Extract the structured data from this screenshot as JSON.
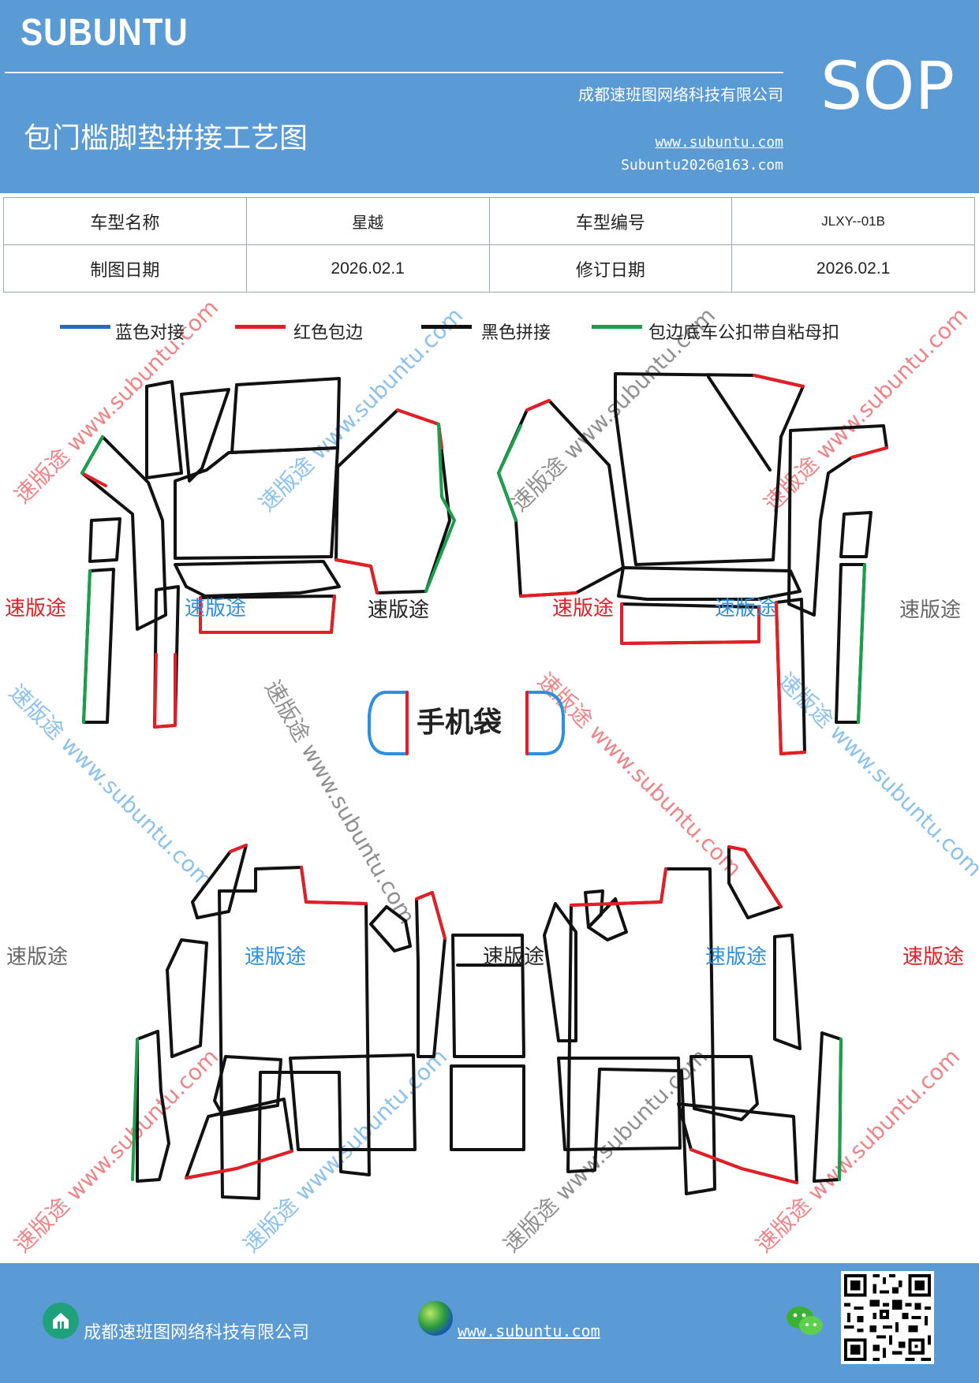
{
  "header": {
    "brand": "SUBUNTU",
    "doc_title": "包门槛脚垫拼接工艺图",
    "company": "成都速班图网络科技有限公司",
    "website": "www.subuntu.com",
    "email": "Subuntu2026@163.com",
    "badge": "SOP",
    "background_color": "#5b9bd5"
  },
  "info_table": {
    "rows": [
      [
        "车型名称",
        "星越",
        "车型编号",
        "JLXY--01B"
      ],
      [
        "制图日期",
        "2026.02.1",
        "修订日期",
        "2026.02.1"
      ]
    ]
  },
  "legend": [
    {
      "label": "蓝色对接",
      "color": "#1f6fc0"
    },
    {
      "label": "红色包边",
      "color": "#e31e24"
    },
    {
      "label": "黑色拼接",
      "color": "#111111"
    },
    {
      "label": "包边底车公扣带自粘母扣",
      "color": "#18a04a"
    }
  ],
  "diagram": {
    "phone_pocket_label": "手机袋",
    "part_label": "速版途",
    "watermark": "速版途 www.subuntu.com"
  },
  "footer": {
    "company": "成都速班图网络科技有限公司",
    "website": "www.subuntu.com",
    "home_icon": "home-icon",
    "globe_icon": "globe-icon",
    "wechat_icon": "wechat-icon"
  }
}
